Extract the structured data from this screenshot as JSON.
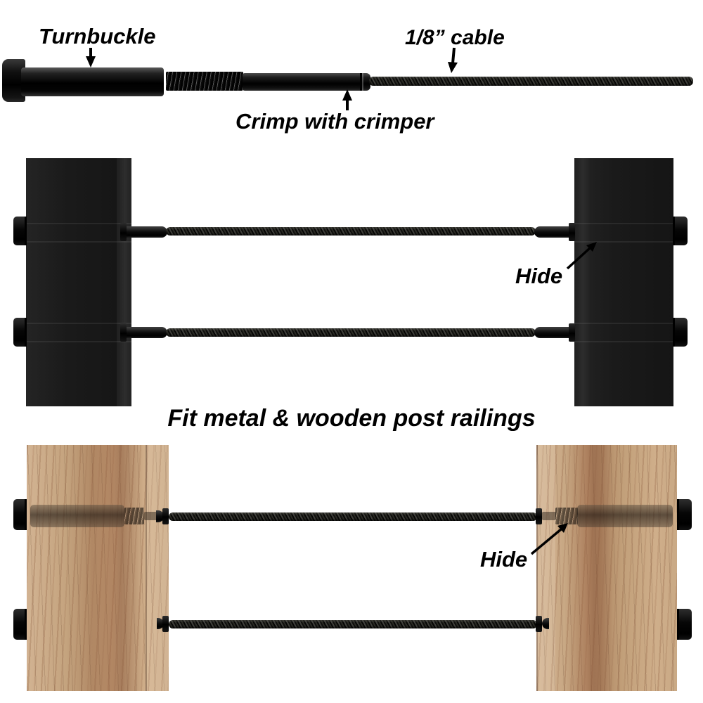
{
  "title": "Cable railing turnbuckle installation diagram",
  "annotations": {
    "turnbuckle": "Turnbuckle",
    "cable": "1/8” cable",
    "crimp": "Crimp with crimper",
    "hide_metal": "Hide",
    "hide_wood": "Hide"
  },
  "heading": "Fit metal & wooden post railings",
  "colors": {
    "background": "#ffffff",
    "hardware_black": "#0d0d0d",
    "metal_post": "#1b1b1b",
    "metal_post_side": "#2d2d2d",
    "wood_light": "#d2b392",
    "wood_mid": "#b28a66",
    "wood_streak": "#8f5c42",
    "text": "#000000"
  },
  "icons": {
    "down_arrow": "↓",
    "up_arrow": "↑",
    "diagonal_up_right_arrow": "↗"
  }
}
